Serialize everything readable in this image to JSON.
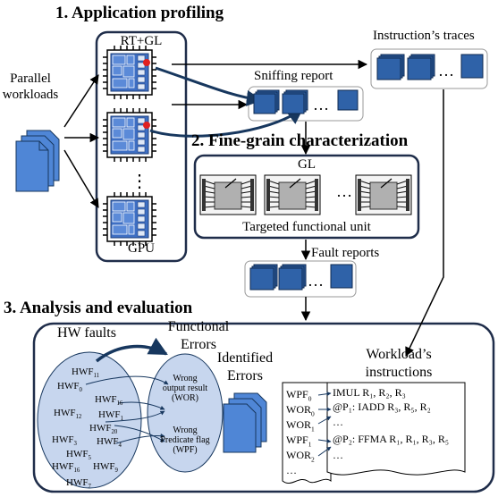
{
  "sections": {
    "profiling_title": "1. Application profiling",
    "characterization_title": "2. Fine-grain characterization",
    "analysis_title": "3. Analysis and evaluation"
  },
  "labels": {
    "parallel": "Parallel",
    "workloads": "workloads",
    "rt_gl": "RT+GL",
    "gpu": "GPU",
    "instruction_traces": "Instruction’s traces",
    "sniffing_report": "Sniffing report",
    "gl": "GL",
    "targeted_unit": "Targeted functional unit",
    "fault_reports": "Fault reports",
    "hw_faults": "HW faults",
    "functional": "Functional",
    "errors": "Errors",
    "identified": "Identified",
    "identified_errors": "Errors",
    "workload_line1": "Workload’s",
    "workload_line2": "instructions",
    "ellipsis": "…",
    "dots_vertical": "⋮"
  },
  "hw_faults": [
    {
      "base": "HWF",
      "sub": "11"
    },
    {
      "base": "HWF",
      "sub": "0"
    },
    {
      "base": "HWF",
      "sub": "16"
    },
    {
      "base": "HWF",
      "sub": "12"
    },
    {
      "base": "HWF",
      "sub": "1"
    },
    {
      "base": "HWF",
      "sub": "20"
    },
    {
      "base": "HWF",
      "sub": "3"
    },
    {
      "base": "HWF",
      "sub": "4"
    },
    {
      "base": "HWF",
      "sub": "5"
    },
    {
      "base": "HWF",
      "sub": "16"
    },
    {
      "base": "HWF",
      "sub": "9"
    },
    {
      "base": "HWF",
      "sub": "7"
    }
  ],
  "functional_errors": {
    "wor": [
      "Wrong",
      "output result",
      "(WOR)"
    ],
    "wpf": [
      "Wrong",
      "Predicate flag",
      "(WPF)"
    ]
  },
  "error_list": [
    {
      "base": "WPF",
      "sub": "0"
    },
    {
      "base": "WOR",
      "sub": "0"
    },
    {
      "base": "WOR",
      "sub": "1"
    },
    {
      "base": "WPF",
      "sub": "1"
    },
    {
      "base": "WOR",
      "sub": "2"
    },
    {
      "base": "…",
      "sub": ""
    }
  ],
  "instructions": [
    "IMUL R₁, R₂, R₃",
    "@P₁: IADD R₃, R₅, R₂",
    "…",
    "@P₂: FFMA R₁, R₁, R₃, R₅",
    "…"
  ],
  "colors": {
    "chip_blue": "#3e6fc4",
    "chip_dark": "#1f3f7a",
    "trace_blue": "#2f62a8",
    "doc_fill": "#4f86d6",
    "ellipse_fill": "#c7d6ee",
    "red_dot": "#e02020",
    "gate_gray": "#b0b0b0",
    "arrow_navy": "#17375e"
  }
}
